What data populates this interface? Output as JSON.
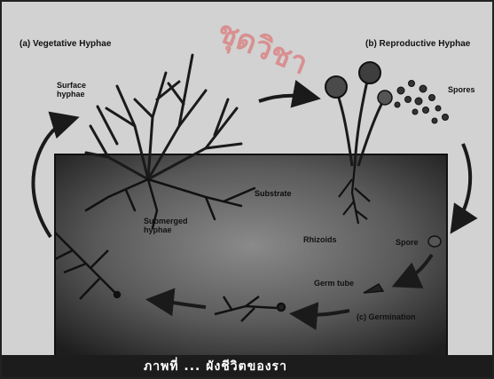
{
  "labels": {
    "vegetative": "(a) Vegetative Hyphae",
    "reproductive": "(b) Reproductive Hyphae",
    "surface_hyphae": "Surface\nhyphae",
    "spores_top": "Spores",
    "substrate": "Substrate",
    "submerged_hyphae": "Submerged\nhyphae",
    "rhizoids": "Rhizoids",
    "spore_right": "Spore",
    "germ_tube": "Germ tube",
    "germination": "(c) Germination"
  },
  "caption": "ภาพที่ ... ผังชีวิตของรา",
  "watermark": "ชุดวิชา",
  "colors": {
    "background": "#d2d2d2",
    "substrate_dark": "#2a2a2a",
    "line": "#1a1a1a",
    "watermark": "#dc5a5a"
  }
}
